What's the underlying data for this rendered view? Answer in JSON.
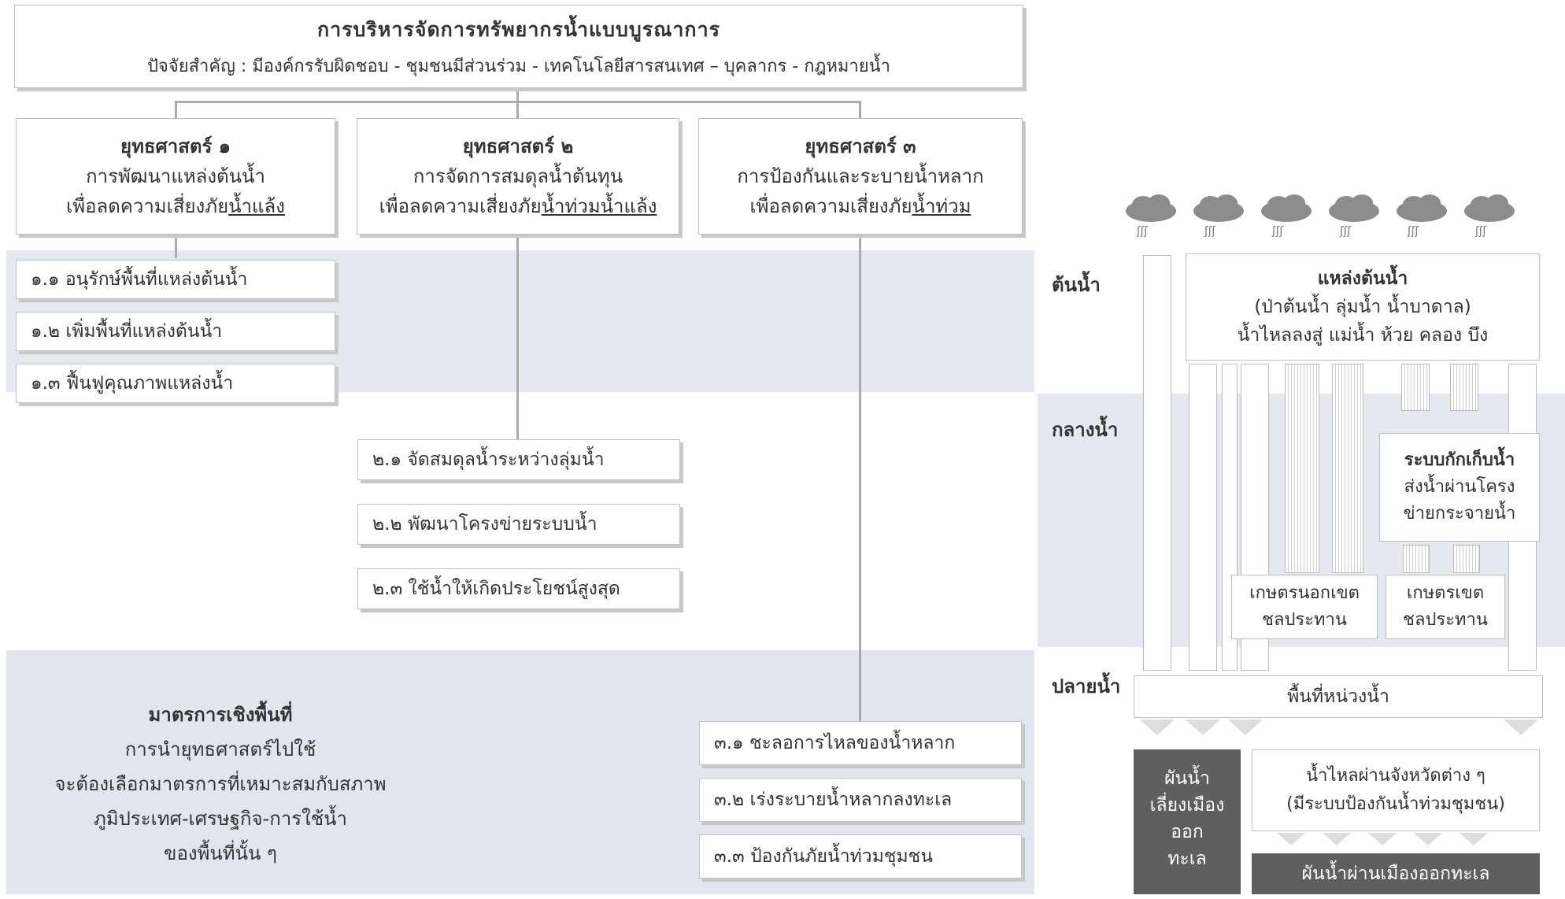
{
  "top": {
    "title": "การบริหารจัดการทรัพยากรน้ำแบบบูรณาการ",
    "factors": "ปัจจัยสำคัญ :  มีองค์กรรับผิดชอบ - ชุมชนมีส่วนร่วม - เทคโนโลยีสารสนเทศ – บุคลากร - กฎหมายน้ำ"
  },
  "strategies": [
    {
      "title": "ยุทธศาสตร์ ๑",
      "line1": "การพัฒนาแหล่งต้นน้ำ",
      "line2_pre": "เพื่อลดความเสี่ยงภัย",
      "line2_u": "น้ำแล้ง"
    },
    {
      "title": "ยุทธศาสตร์ ๒",
      "line1": "การจัดการสมดุลน้ำต้นทุน",
      "line2_pre": "เพื่อลดความเสี่ยงภัย",
      "line2_u": "น้ำท่วมน้ำแล้ง"
    },
    {
      "title": "ยุทธศาสตร์ ๓",
      "line1": "การป้องกันและระบายน้ำหลาก",
      "line2_pre": "เพื่อลดความเสี่ยงภัย",
      "line2_u": "น้ำท่วม"
    }
  ],
  "measures1": [
    "๑.๑ อนุรักษ์พื้นที่แหล่งต้นน้ำ",
    "๑.๒ เพิ่มพื้นที่แหล่งต้นน้ำ",
    "๑.๓ ฟื้นฟูคุณภาพแหล่งน้ำ"
  ],
  "measures2": [
    "๒.๑ จัดสมดุลน้ำระหว่างลุ่มน้ำ",
    "๒.๒ พัฒนาโครงข่ายระบบน้ำ",
    "๒.๓ ใช้น้ำให้เกิดประโยชน์สูงสุด"
  ],
  "measures3": [
    "๓.๑ ชะลอการไหลของน้ำหลาก",
    "๓.๒ เร่งระบายน้ำหลากลงทะเล",
    "๓.๓ ป้องกันภัยน้ำท่วมชุมชน"
  ],
  "area": {
    "title": "มาตรการเชิงพื้นที่",
    "lines": [
      "การนำยุทธศาสตร์ไปใช้",
      "จะต้องเลือกมาตรการที่เหมาะสมกับสภาพ",
      "ภูมิประเทศ-เศรษฐกิจ-การใช้น้ำ",
      "ของพื้นที่นั้น ๆ"
    ]
  },
  "zones": {
    "upstream": "ต้นน้ำ",
    "midstream": "กลางน้ำ",
    "downstream": "ปลายน้ำ"
  },
  "flow": {
    "source_title": "แหล่งต้นน้ำ",
    "source_line1": "(ป่าต้นน้ำ ลุ่มน้ำ น้ำบาดาล)",
    "source_line2": "น้ำไหลลงสู่ แม่น้ำ ห้วย คลอง บึง",
    "storage_title": "ระบบกักเก็บน้ำ",
    "storage_line1": "ส่งน้ำผ่านโครง",
    "storage_line2": "ข่ายกระจายน้ำ",
    "farm_out_1": "เกษตรนอกเขต",
    "farm_out_2": "ชลประทาน",
    "farm_in_1": "เกษตรเขต",
    "farm_in_2": "ชลประทาน",
    "retention": "พื้นที่หน่วงน้ำ",
    "divert_lines": [
      "ผันน้ำ",
      "เลี่ยงเมือง",
      "ออก",
      "ทะเล"
    ],
    "through_line1": "น้ำไหลผ่านจังหวัดต่าง ๆ",
    "through_line2": "(มีระบบป้องกันน้ำท่วมชุมชน)",
    "city_sea": "ผันน้ำผ่านเมืองออกทะเล"
  },
  "colors": {
    "band": "#e3e5ee",
    "dark": "#5f5f5f",
    "line": "#aaaaaa"
  }
}
